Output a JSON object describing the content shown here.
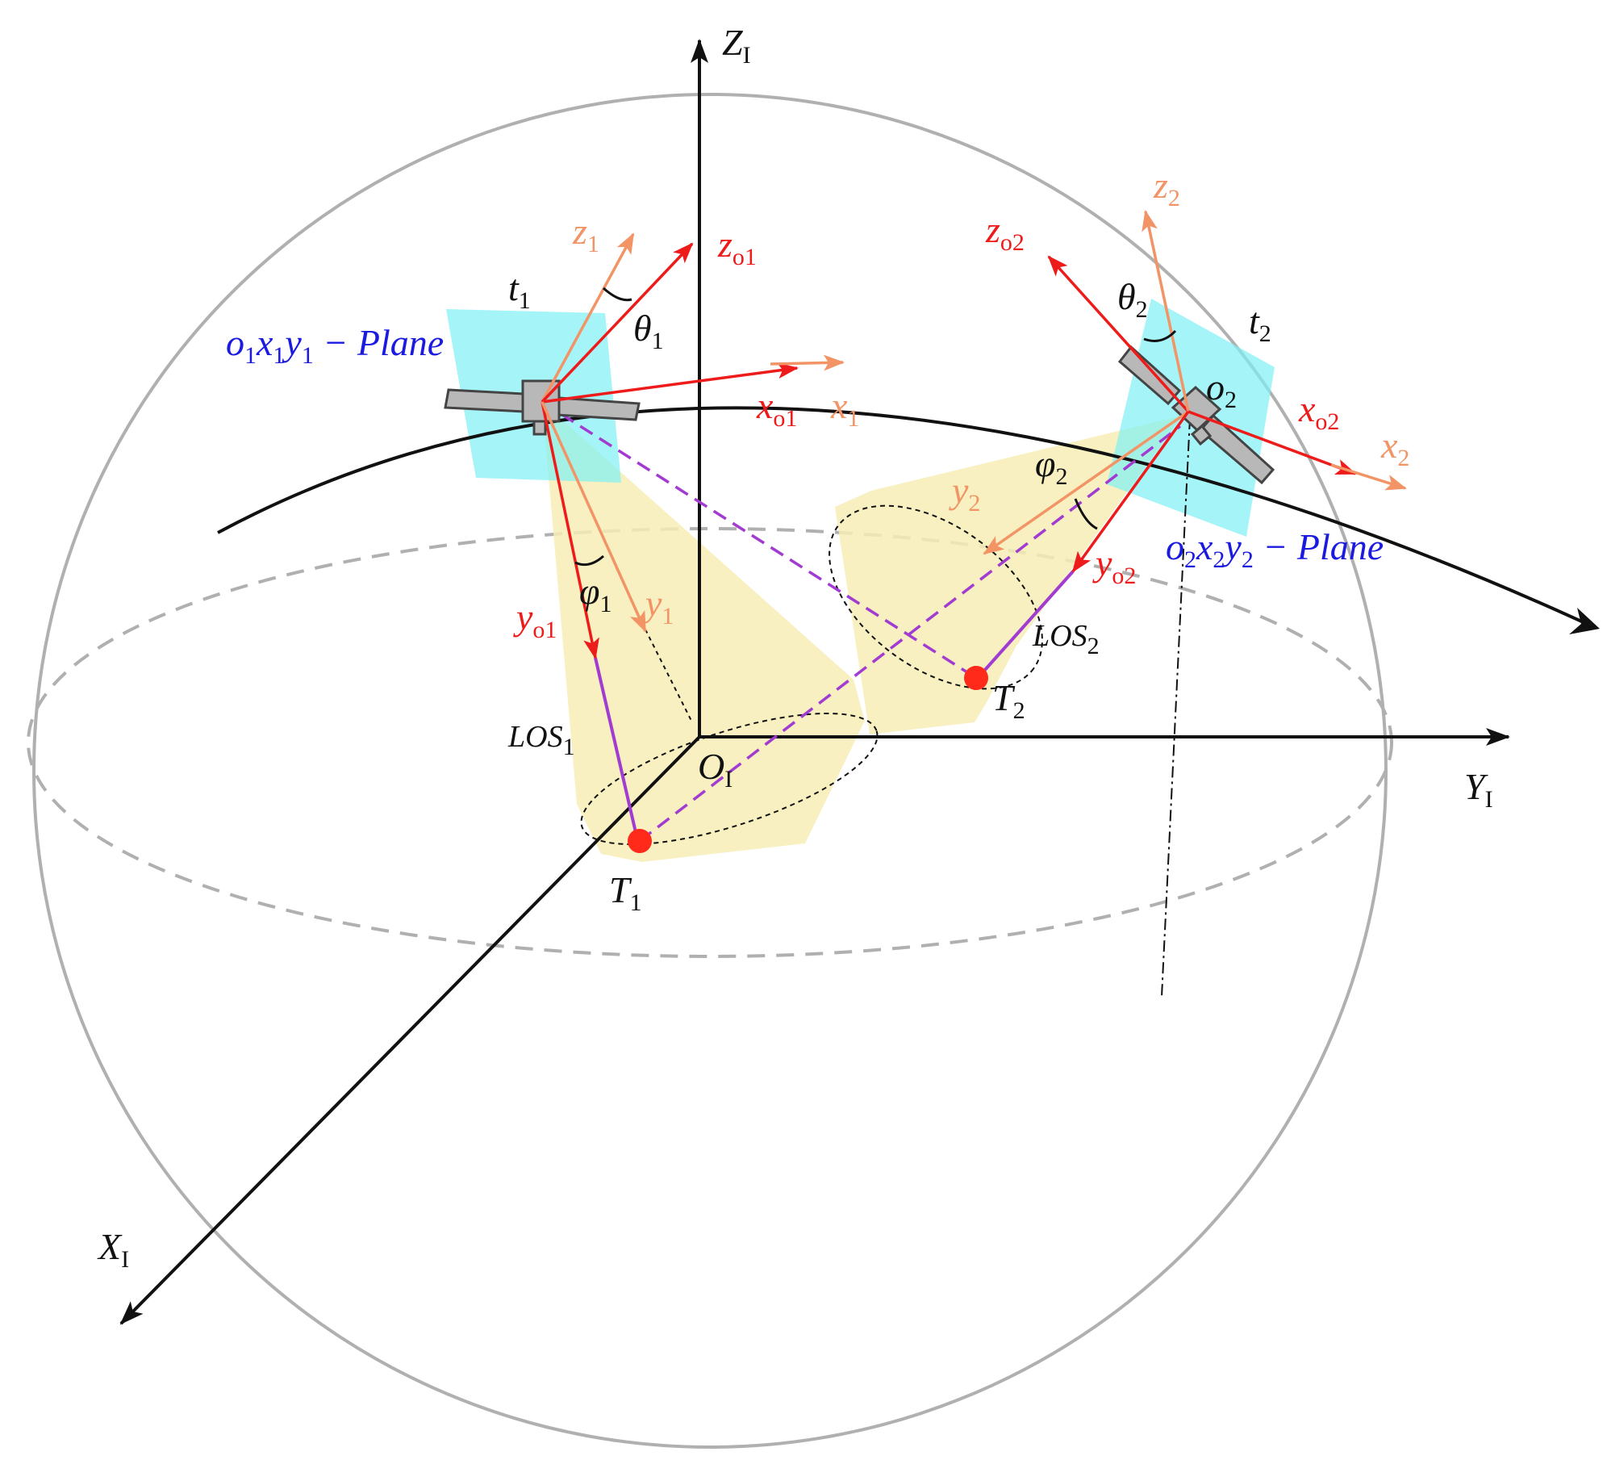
{
  "colors": {
    "black": "#111111",
    "red": "#ee1b1b",
    "orange": "#f29466",
    "blue": "#1a1ae0",
    "purple": "#a23bd1",
    "cyan": "#7ff0f5",
    "yellow_cone": "#f7edb5",
    "grey": "#b0b0b0",
    "target": "#ff2a1a"
  },
  "axes": {
    "z": {
      "base": "Z",
      "sub": "I"
    },
    "y": {
      "base": "Y",
      "sub": "I"
    },
    "x": {
      "base": "X",
      "sub": "I"
    },
    "origin": {
      "base": "O",
      "sub": "I"
    }
  },
  "sat1": {
    "time": {
      "base": "t",
      "sub": "1"
    },
    "plane": {
      "p1": "o",
      "s1": "1",
      "p2": "x",
      "s2": "1",
      "p3": "y",
      "s3": "1",
      "rest": " − Plane"
    },
    "z_body": {
      "base": "z",
      "sub": "1"
    },
    "z_orbit": {
      "base": "z",
      "sub": "o1"
    },
    "x_body": {
      "base": "x",
      "sub": "1"
    },
    "x_orbit": {
      "base": "x",
      "sub": "o1"
    },
    "y_body": {
      "base": "y",
      "sub": "1"
    },
    "y_orbit": {
      "base": "y",
      "sub": "o1"
    },
    "theta": {
      "base": "θ",
      "sub": "1"
    },
    "phi": {
      "base": "φ",
      "sub": "1"
    },
    "los": {
      "base": "LOS",
      "sub": "1"
    },
    "target": {
      "base": "T",
      "sub": "1"
    }
  },
  "sat2": {
    "time": {
      "base": "t",
      "sub": "2"
    },
    "origin": {
      "base": "o",
      "sub": "2"
    },
    "plane": {
      "p1": "o",
      "s1": "2",
      "p2": "x",
      "s2": "2",
      "p3": "y",
      "s3": "2",
      "rest": " − Plane"
    },
    "z_body": {
      "base": "z",
      "sub": "2"
    },
    "z_orbit": {
      "base": "z",
      "sub": "o2"
    },
    "x_body": {
      "base": "x",
      "sub": "2"
    },
    "x_orbit": {
      "base": "x",
      "sub": "o2"
    },
    "y_body": {
      "base": "y",
      "sub": "2"
    },
    "y_orbit": {
      "base": "y",
      "sub": "o2"
    },
    "theta": {
      "base": "θ",
      "sub": "2"
    },
    "phi": {
      "base": "φ",
      "sub": "2"
    },
    "los": {
      "base": "LOS",
      "sub": "2"
    },
    "target": {
      "base": "T",
      "sub": "2"
    }
  }
}
